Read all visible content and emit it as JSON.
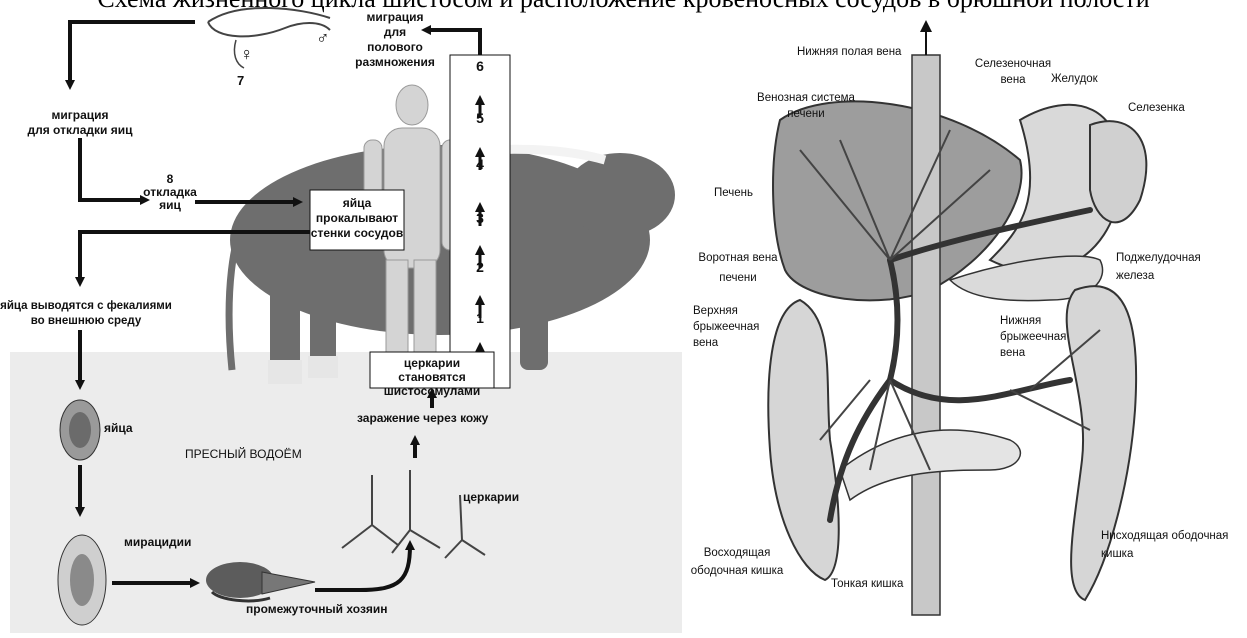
{
  "top_caption": "Схема жизненного цикла шистосом и расположение кровеносных сосудов в брюшной полости",
  "lifecycle": {
    "migration_breeding": [
      "миграция",
      "для",
      "полового",
      "размножения"
    ],
    "stage7_number": "7",
    "female_symbol": "♀",
    "male_symbol": "♂",
    "migration_eggs": [
      "миграция",
      "для откладки яиц"
    ],
    "stage8": [
      "8",
      "откладка",
      "яиц"
    ],
    "eggs_pierce": [
      "яйца",
      "прокалывают",
      "стенки сосудов"
    ],
    "eggs_exit": [
      "яйца выводятся с фекалиями",
      "во внешнюю среду"
    ],
    "eggs_label": "яйца",
    "freshwater": "ПРЕСНЫЙ ВОДОЁМ",
    "miracidia": "мирацидии",
    "host": "промежуточный хозяин",
    "cercariae": "церкарии",
    "infection": "заражение через кожу",
    "cercariae_become": [
      "церкарии становятся",
      "шистосомулами"
    ],
    "steps": [
      "6",
      "5",
      "4",
      "3",
      "2",
      "1"
    ]
  },
  "anatomy": {
    "ivc": "Нижняя полая вена",
    "splenic_vein": [
      "Селезеночная",
      "вена"
    ],
    "stomach": "Желудок",
    "spleen": "Селезенка",
    "hepatic_veins": [
      "Венозная система",
      "печени"
    ],
    "liver": "Печень",
    "portal_vein": [
      "Воротная вена",
      "печени"
    ],
    "pancreas": [
      "Поджелудочная",
      "железа"
    ],
    "superior_mesenteric": [
      "Верхняя",
      "брыжеечная",
      "вена"
    ],
    "inferior_mesenteric": [
      "Нижняя",
      "брыжеечная",
      "вена"
    ],
    "ascending_colon": [
      "Восходящая",
      "ободочная кишка"
    ],
    "small_intestine": "Тонкая кишка",
    "descending_colon": [
      "Нисходящая ободочная",
      "кишка"
    ]
  },
  "colors": {
    "water": "#ececec",
    "ink": "#111111",
    "organ": "#bdbdbd",
    "organ_dark": "#888888",
    "vessel": "#333333"
  }
}
